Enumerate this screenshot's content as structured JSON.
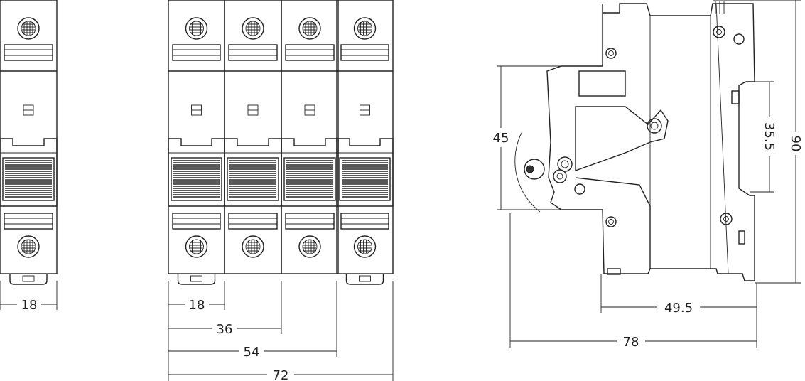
{
  "single_pole_view": {
    "width_label": "18"
  },
  "four_pole_view": {
    "dims": [
      "18",
      "36",
      "54",
      "72"
    ]
  },
  "side_view": {
    "handle_height_label": "45",
    "rail_height_label": "35.5",
    "total_height_label": "90",
    "depth_rail_label": "49.5",
    "total_depth_label": "78"
  },
  "colors": {
    "line": "#222222",
    "background": "#ffffff"
  }
}
